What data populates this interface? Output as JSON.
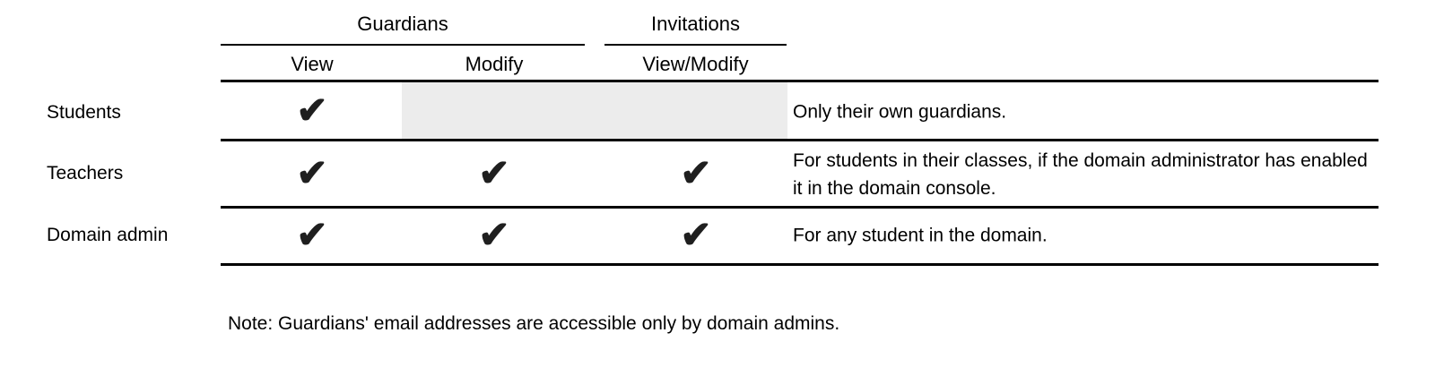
{
  "table": {
    "column_groups": [
      {
        "label": "Guardians"
      },
      {
        "label": "Invitations"
      }
    ],
    "columns": [
      {
        "label": "View",
        "group": "Guardians"
      },
      {
        "label": "Modify",
        "group": "Guardians"
      },
      {
        "label": "View/Modify",
        "group": "Invitations"
      }
    ],
    "check_glyph": "✔",
    "rows": [
      {
        "label": "Students",
        "guardians_view": true,
        "guardians_modify": false,
        "invitations_view_modify": false,
        "modify_and_invitations_disabled": true,
        "note": "Only their own guardians."
      },
      {
        "label": "Teachers",
        "guardians_view": true,
        "guardians_modify": true,
        "invitations_view_modify": true,
        "modify_and_invitations_disabled": false,
        "note": "For students in their classes, if the domain administrator has enabled it in the domain console."
      },
      {
        "label": "Domain admin",
        "guardians_view": true,
        "guardians_modify": true,
        "invitations_view_modify": true,
        "modify_and_invitations_disabled": false,
        "note": "For any student in the domain."
      }
    ]
  },
  "footnote": "Note: Guardians' email addresses are accessible only by domain admins.",
  "colors": {
    "text": "#000000",
    "rule": "#000000",
    "check": "#1f1f1f",
    "disabled_cell_background": "#ececec",
    "background": "#ffffff"
  }
}
